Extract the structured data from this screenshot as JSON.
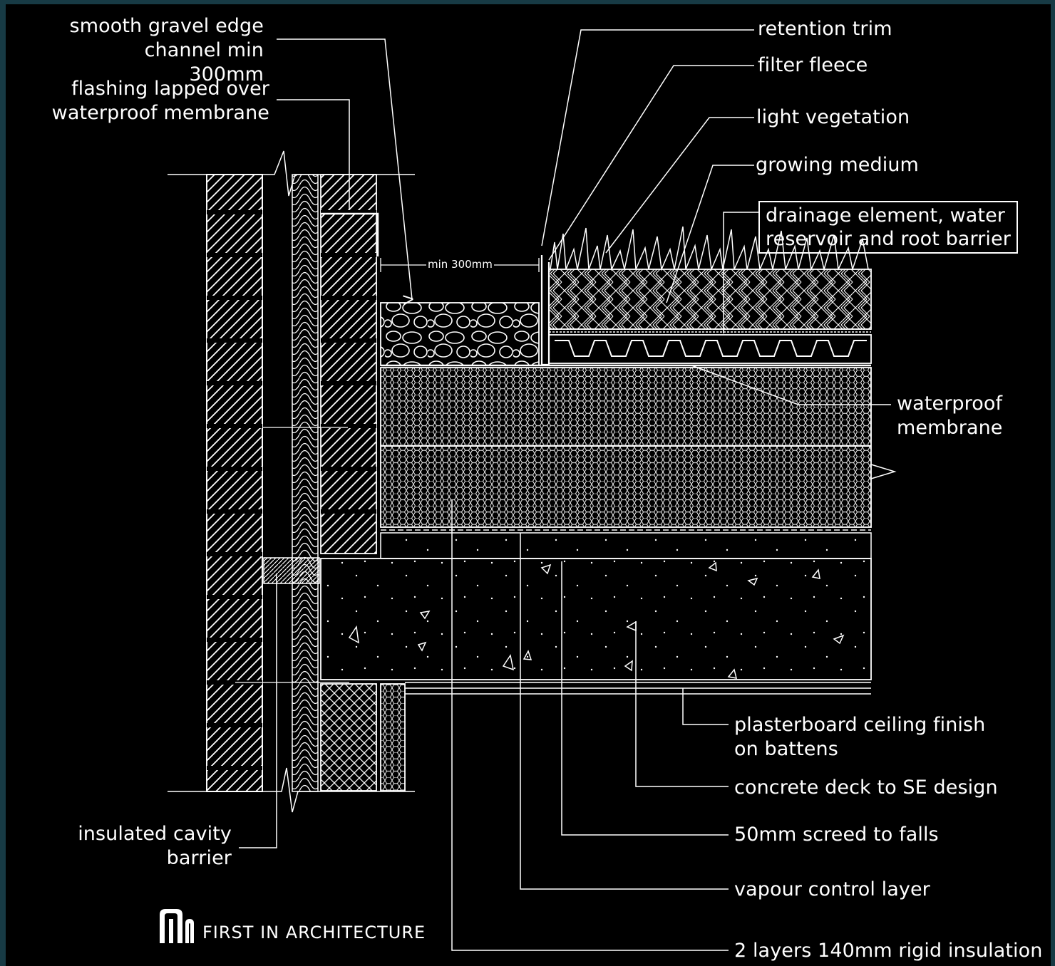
{
  "labels": {
    "gravel_edge": "smooth gravel edge\nchannel min 300mm",
    "flashing": "flashing lapped over\nwaterproof membrane",
    "retention_trim": "retention trim",
    "filter_fleece": "filter fleece",
    "light_vegetation": "light vegetation",
    "growing_medium": "growing medium",
    "drainage_element": "drainage element, water\nreservoir and root barrier",
    "waterproof_membrane": "waterproof\nmembrane",
    "plasterboard": "plasterboard ceiling finish\non battens",
    "concrete_deck": "concrete deck to SE design",
    "screed": "50mm screed to falls",
    "vapour_control": "vapour control layer",
    "rigid_insulation": "2 layers 140mm rigid insulation",
    "cavity_barrier": "insulated cavity\nbarrier"
  },
  "dimension": {
    "min_gravel": "min 300mm"
  },
  "brand": {
    "name": "FIRST IN ARCHITECTURE",
    "logo_icon": "building-logo-icon"
  },
  "colors": {
    "background": "#000000",
    "lines": "#ffffff",
    "frame": "#173a44"
  }
}
